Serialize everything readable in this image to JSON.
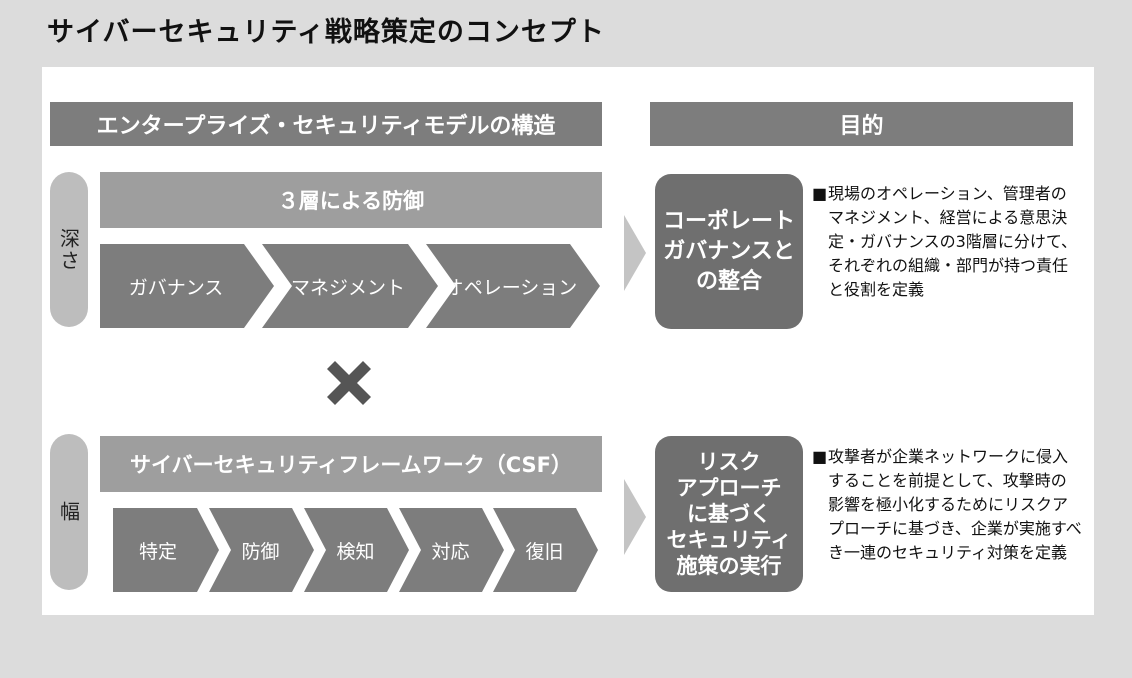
{
  "title": "サイバーセキュリティ戦略策定のコンセプト",
  "left_header": "エンタープライズ・セキュリティモデルの構造",
  "right_header": "目的",
  "depth": {
    "label": "深さ",
    "subheader": "３層による防御",
    "steps": [
      "ガバナンス",
      "マネジメント",
      "オペレーション"
    ],
    "goal": "コーポレート\nガバナンスと\nの整合",
    "bullet": "■",
    "description": "現場のオペレーション、管理者のマネジメント、経営による意思決定・ガバナンスの3階層に分けて、それぞれの組織・部門が持つ責任と役割を定義"
  },
  "width": {
    "label": "幅",
    "subheader": "サイバーセキュリティフレームワーク（CSF）",
    "steps": [
      "特定",
      "防御",
      "検知",
      "対応",
      "復旧"
    ],
    "goal": "リスク\nアプローチ\nに基づく\nセキュリティ\n施策の実行",
    "bullet": "■",
    "description": "攻撃者が企業ネットワークに侵入することを前提として、攻撃時の影響を極小化するためにリスクアプローチに基づき、企業が実施すべき一連のセキュリティ対策を定義"
  },
  "colors": {
    "header": "#7d7d7d",
    "subheader": "#9e9e9e",
    "goal": "#6f6f6f",
    "pill": "#bdbdbd",
    "background": "#dcdcdc"
  },
  "icons": {
    "multiply": "cross-icon",
    "arrow": "triangle-arrow-icon"
  }
}
